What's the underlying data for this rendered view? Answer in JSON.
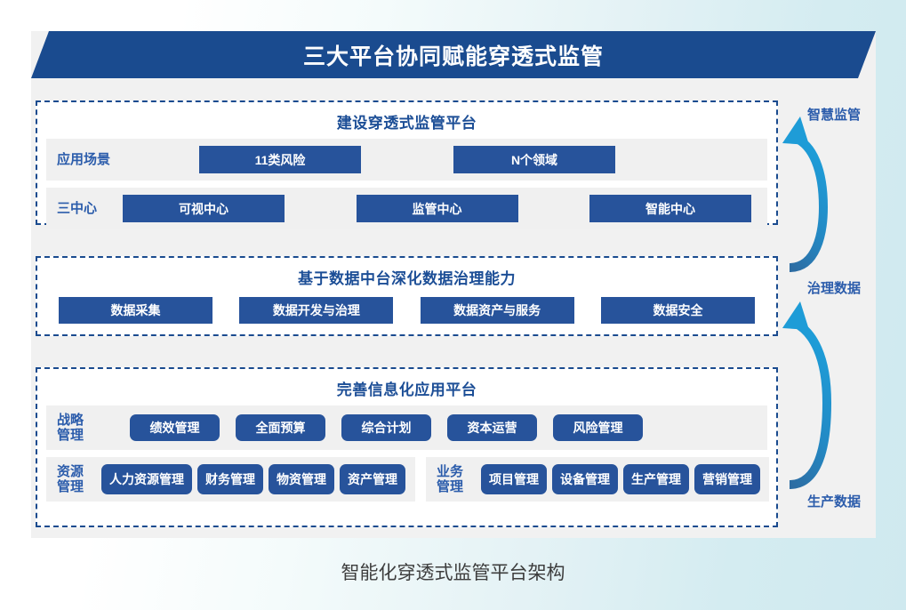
{
  "banner": {
    "title": "三大平台协同赋能穿透式监管"
  },
  "caption": "智能化穿透式监管平台架构",
  "colors": {
    "banner_bg": "#1a4b8f",
    "chip_bg": "#27539b",
    "title_text": "#1c4e96",
    "label_text": "#2b5cab",
    "row_bg": "#f0f0f0",
    "card_bg": "#f1f1f1",
    "arrow_light": "#1e9cd7",
    "arrow_dark": "#2d6ca2"
  },
  "sections": [
    {
      "id": "sec1",
      "title": "建设穿透式监管平台",
      "rows": [
        {
          "label": "应用场景",
          "chips": [
            "11类风险",
            "N个领域"
          ]
        },
        {
          "label": "三中心",
          "chips": [
            "可视中心",
            "监管中心",
            "智能中心"
          ]
        }
      ]
    },
    {
      "id": "sec2",
      "title": "基于数据中台深化数据治理能力",
      "chips": [
        "数据采集",
        "数据开发与治理",
        "数据资产与服务",
        "数据安全"
      ]
    },
    {
      "id": "sec3",
      "title": "完善信息化应用平台",
      "strategy": {
        "label_line1": "战略",
        "label_line2": "管理",
        "chips": [
          "绩效管理",
          "全面预算",
          "综合计划",
          "资本运营",
          "风险管理"
        ]
      },
      "resource": {
        "label_line1": "资源",
        "label_line2": "管理",
        "chips": [
          "人力资源管理",
          "财务管理",
          "物资管理",
          "资产管理"
        ]
      },
      "business": {
        "label_line1": "业务",
        "label_line2": "管理",
        "chips": [
          "项目管理",
          "设备管理",
          "生产管理",
          "营销管理"
        ]
      }
    }
  ],
  "rail": {
    "labels": [
      "智慧监管",
      "治理数据",
      "生产数据"
    ],
    "arrows": [
      {
        "name": "arrow-governance-to-supervision"
      },
      {
        "name": "arrow-production-to-governance"
      }
    ]
  }
}
